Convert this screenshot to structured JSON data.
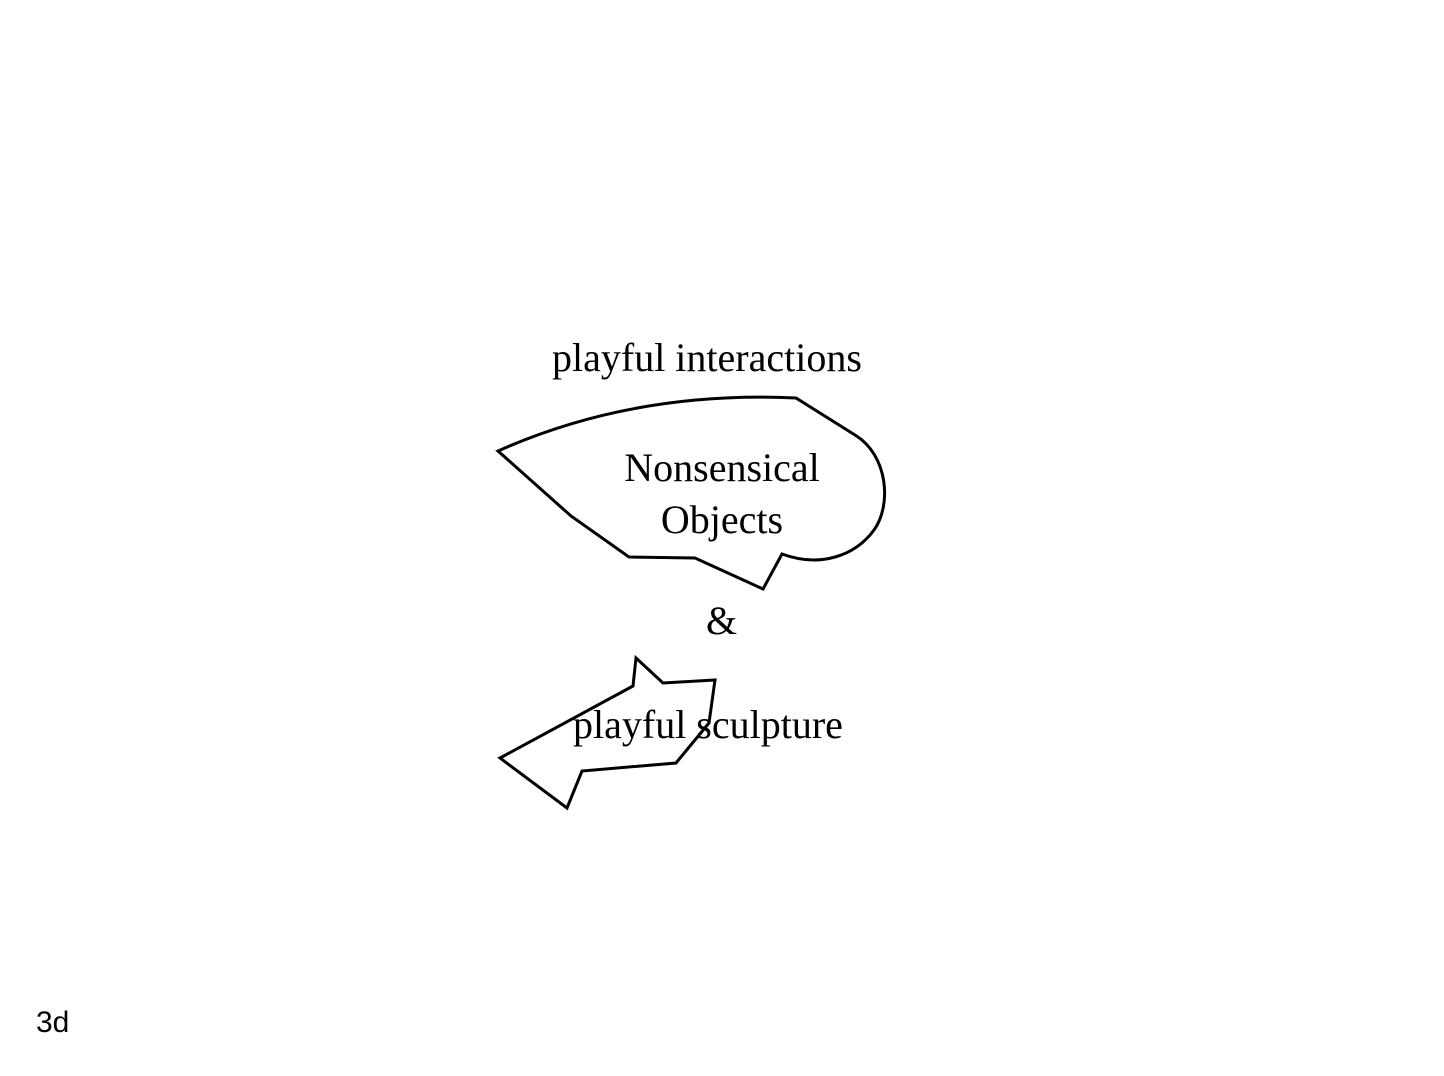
{
  "slide": {
    "heading": "playful interactions",
    "cloud_label_line1": "Nonsensical",
    "cloud_label_line2": "Objects",
    "connector": "&",
    "sculpture_label": "playful sculpture",
    "footer_label": "3d"
  },
  "colors": {
    "background": "#ffffff",
    "ink": "#000000"
  }
}
